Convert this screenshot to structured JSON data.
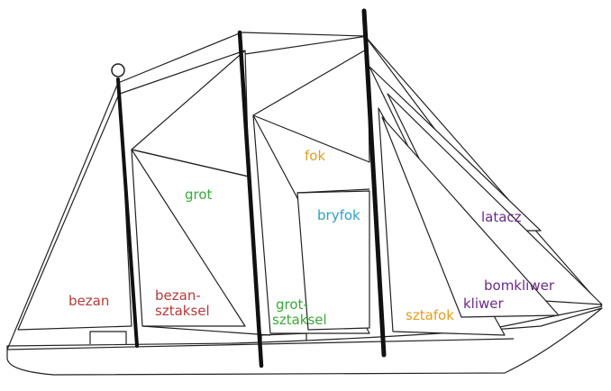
{
  "labels": {
    "bezan": "bezan",
    "bezan_sztaksel_1": "bezan-",
    "bezan_sztaksel_2": "sztaksel",
    "grot": "grot",
    "grot_sztaksel_1": "grot-",
    "grot_sztaksel_2": "sztaksel",
    "fok": "fok",
    "bryfok": "bryfok",
    "sztafok": "sztafok",
    "latacz": "latacz",
    "bomkliwer": "bomkliwer",
    "kliwer": "kliwer"
  },
  "colors": {
    "red": "#b53a3a",
    "green": "#3aa83a",
    "orange": "#e0a020",
    "cyan": "#2aa0c8",
    "purple": "#6a2a88",
    "line": "#222222",
    "mast": "#111111"
  }
}
